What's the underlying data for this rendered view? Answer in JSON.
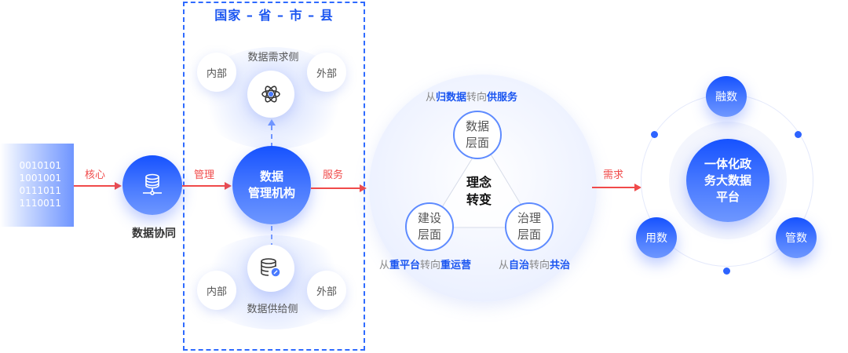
{
  "left": {
    "binary_lines": [
      "0010101",
      "1001001",
      "0111011",
      "1110011"
    ],
    "arrow_core_label": "核心",
    "node_label": "数据协同",
    "node_icon": "database-network-icon"
  },
  "middle": {
    "box_title": "国家 – 省 – 市 – 县",
    "arrow_manage_label": "管理",
    "arrow_service_label": "服务",
    "center_node": {
      "line1": "数据",
      "line2": "管理机构"
    },
    "demand_side": {
      "label": "数据需求侧",
      "inner": "内部",
      "outer": "外部",
      "icon": "atom-icon"
    },
    "supply_side": {
      "label": "数据供给侧",
      "inner": "内部",
      "outer": "外部",
      "icon": "database-sync-icon"
    }
  },
  "concept": {
    "center": {
      "line1": "理念",
      "line2": "转变"
    },
    "top": {
      "line1": "数据",
      "line2": "层面",
      "caption": {
        "p1": "从",
        "b1": "归数据",
        "p2": "转向",
        "b2": "供服务"
      }
    },
    "left": {
      "line1": "建设",
      "line2": "层面",
      "caption": {
        "p1": "从",
        "b1": "重平台",
        "p2": "转向",
        "b2": "重运营"
      }
    },
    "right": {
      "line1": "治理",
      "line2": "层面",
      "caption": {
        "p1": "从",
        "b1": "自治",
        "p2": "转向",
        "b2": "共治"
      }
    }
  },
  "right": {
    "arrow_demand_label": "需求",
    "center": {
      "line1": "一体化政",
      "line2": "务大数据",
      "line3": "平台"
    },
    "satellites": {
      "top": "融数",
      "left": "用数",
      "right": "管数"
    }
  },
  "colors": {
    "brand_blue": "#1a55f0",
    "arrow_red": "#f04a4a",
    "dash_blue": "#2f6bff"
  }
}
